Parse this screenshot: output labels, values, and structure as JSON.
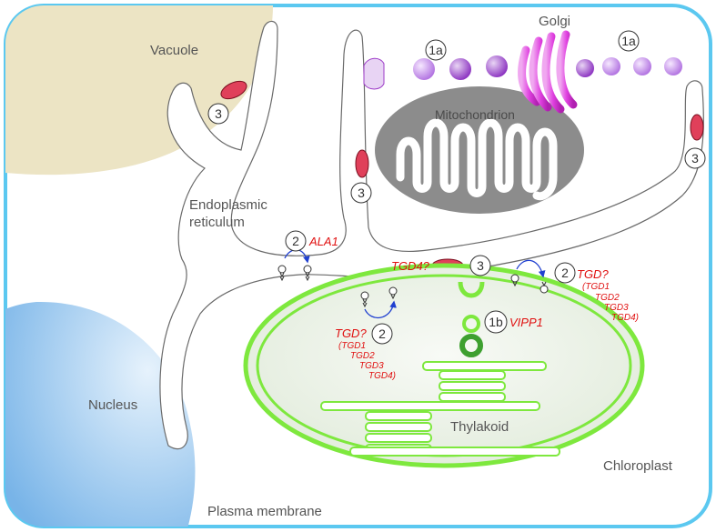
{
  "labels": {
    "vacuole": "Vacuole",
    "golgi": "Golgi",
    "mitochondrion": "Mitochondrion",
    "er_line1": "Endoplasmic",
    "er_line2": "reticulum",
    "nucleus": "Nucleus",
    "thylakoid": "Thylakoid",
    "chloroplast": "Chloroplast",
    "plasma_membrane": "Plasma membrane"
  },
  "markers": {
    "m1a": "1a",
    "m1b": "1b",
    "m2": "2",
    "m3": "3"
  },
  "proteins": {
    "ala1": "ALA1",
    "tgd4q": "TGD4?",
    "vipp1": "VIPP1",
    "tgd_q": "TGD?",
    "tgd1": "(TGD1",
    "tgd2": "TGD2",
    "tgd3": "TGD3",
    "tgd4": "TGD4)"
  },
  "colors": {
    "cell_border": "#5bc8f0",
    "er_stroke": "#6a6a6a",
    "vacuole": "#ece4c4",
    "mitochondrion": "#8c8c8c",
    "golgi": "#e040e0",
    "vesicle": "#9e3cc8",
    "contact_site": "#e0405a",
    "chloroplast": "#7ee83e",
    "nucleus": "#9cc8ec",
    "annotation_red": "#e01010",
    "arrow_blue": "#2040d0"
  }
}
